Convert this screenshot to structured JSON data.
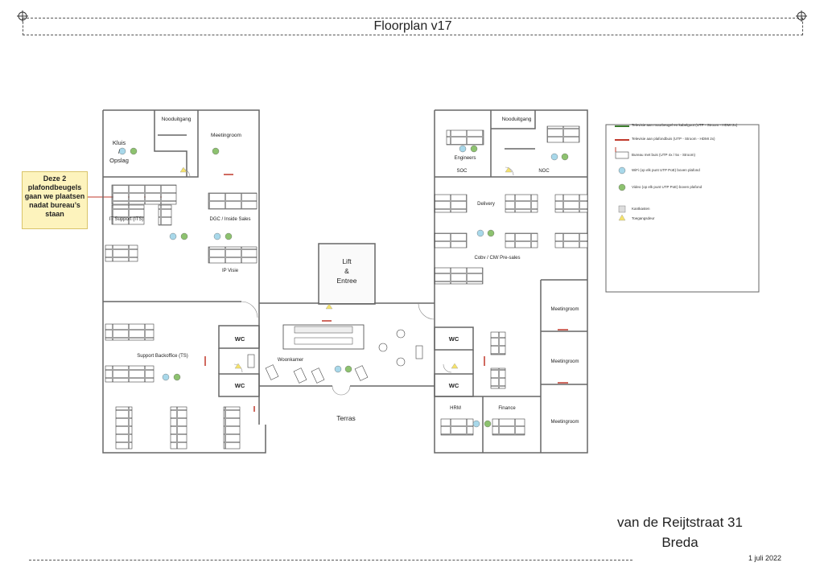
{
  "header": {
    "title": "Floorplan v17"
  },
  "note": {
    "lines": [
      "Deze  2",
      "plafondbeugels",
      "gaan we plaatsen",
      "nadat bureau’s",
      "staan"
    ]
  },
  "rooms": {
    "nooduitgang_left": "Nooduitgang",
    "meetingroom_top": "Meetingroom",
    "kluis": "Kluis",
    "kluis_sep": "/",
    "opslag": "Opslag",
    "it_support": "IT Support (ITS)",
    "dgc": "DGC / Inside Sales",
    "ip_visie": "IP Visie",
    "lift": "Lift",
    "lift_amp": "&",
    "entree": "Entree",
    "support_backoffice": "Support Backoffice (TS)",
    "wc_left_top": "WC",
    "wc_left_bottom": "WC",
    "woonkamer": "Woonkamer",
    "terras": "Terras",
    "wc_right_top": "WC",
    "wc_right_bottom": "WC",
    "engineers": "Engineers",
    "soc": "SOC",
    "nooduitgang_right": "Nooduitgang",
    "noc": "NOC",
    "delivery": "Delivery",
    "cobv": "Cobv / CM/ Pre-sales",
    "meetingroom_r1": "Meetingroom",
    "meetingroom_r2": "Meetingroom",
    "meetingroom_r3": "Meetingroom",
    "hrm": "HRM",
    "finance": "Finance"
  },
  "legend": {
    "items": [
      {
        "text": "Televisie aan muurbeugel en kabelgoot (UTP - Stroom - HDMI 2x)",
        "color": "#3a7d2c",
        "symbol": "green-bar-icon"
      },
      {
        "text": "Televisie aan plafondbuis (UTP - Stroom - HDMI 2x)",
        "color": "#c0392b",
        "symbol": "red-bar-icon"
      },
      {
        "text": "Bureau met buis (UTP 4x / 5x - Stroom)",
        "color": "#c0392b",
        "symbol": "desk-tube-icon"
      },
      {
        "text": "WiFi (op elk punt UTP PoE) boven plafond",
        "color": "#a8d8ea",
        "symbol": "wifi-dot-icon"
      },
      {
        "text": "Video (op elk punt UTP PoE) boven plafond",
        "color": "#8dc26f",
        "symbol": "video-dot-icon"
      },
      {
        "text": "Kantkasten",
        "color": "#dddddd",
        "symbol": "cabinet-icon"
      },
      {
        "text": "Toegangsdeur",
        "color": "#f5e26b",
        "symbol": "door-access-icon"
      }
    ]
  },
  "address": {
    "street": "van de Reijtstraat 31",
    "city": "Breda"
  },
  "date": "1 juli 2022"
}
